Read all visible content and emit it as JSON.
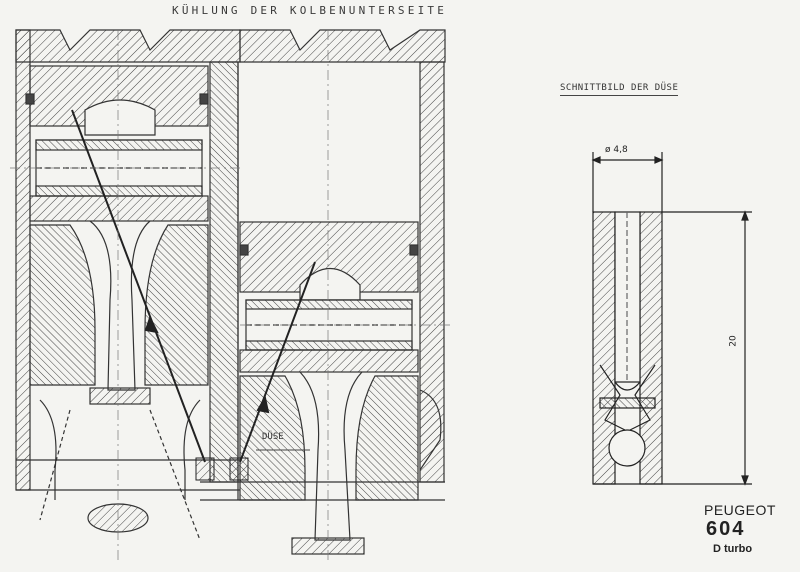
{
  "title": "KÜHLUNG DER KOLBENUNTERSEITE",
  "section_title": "SCHNITTBILD DER DÜSE",
  "dimension_diameter": "ø 4,8",
  "dimension_length": "20",
  "nozzle_label": "DÜSE",
  "brand": "PEUGEOT",
  "model": "604",
  "variant": "D turbo"
}
